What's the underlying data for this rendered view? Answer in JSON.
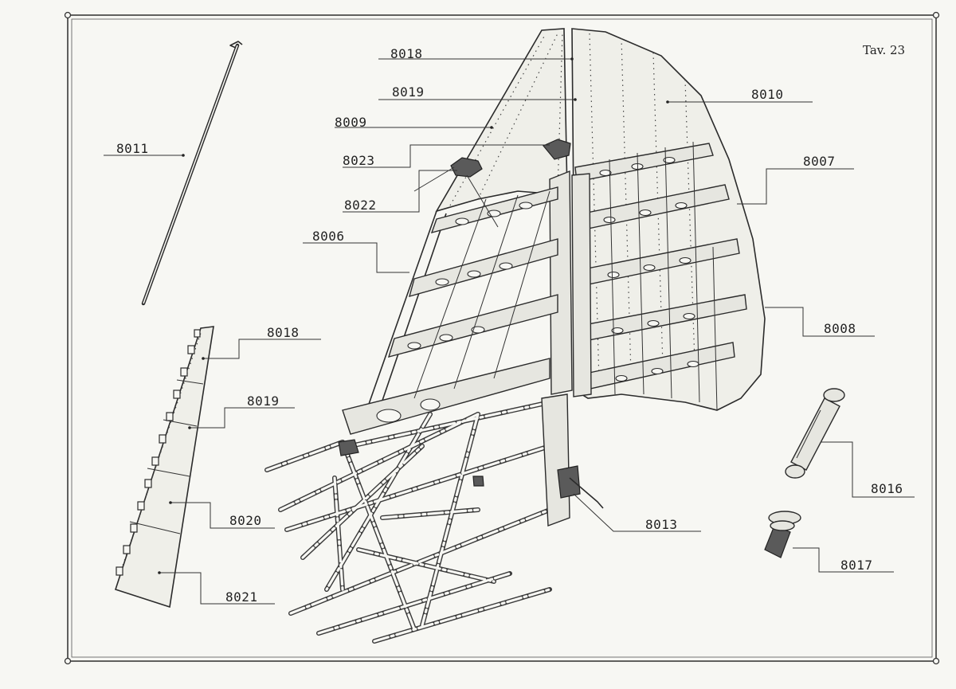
{
  "plate": {
    "number": "Tav. 23"
  },
  "parts": {
    "p8018_top": "8018",
    "p8019_top": "8019",
    "p8009": "8009",
    "p8023": "8023",
    "p8022": "8022",
    "p8006": "8006",
    "p8011": "8011",
    "p8010": "8010",
    "p8007": "8007",
    "p8008": "8008",
    "p8018_left": "8018",
    "p8019_left": "8019",
    "p8020": "8020",
    "p8021": "8021",
    "p8016": "8016",
    "p8013": "8013",
    "p8017": "8017"
  }
}
